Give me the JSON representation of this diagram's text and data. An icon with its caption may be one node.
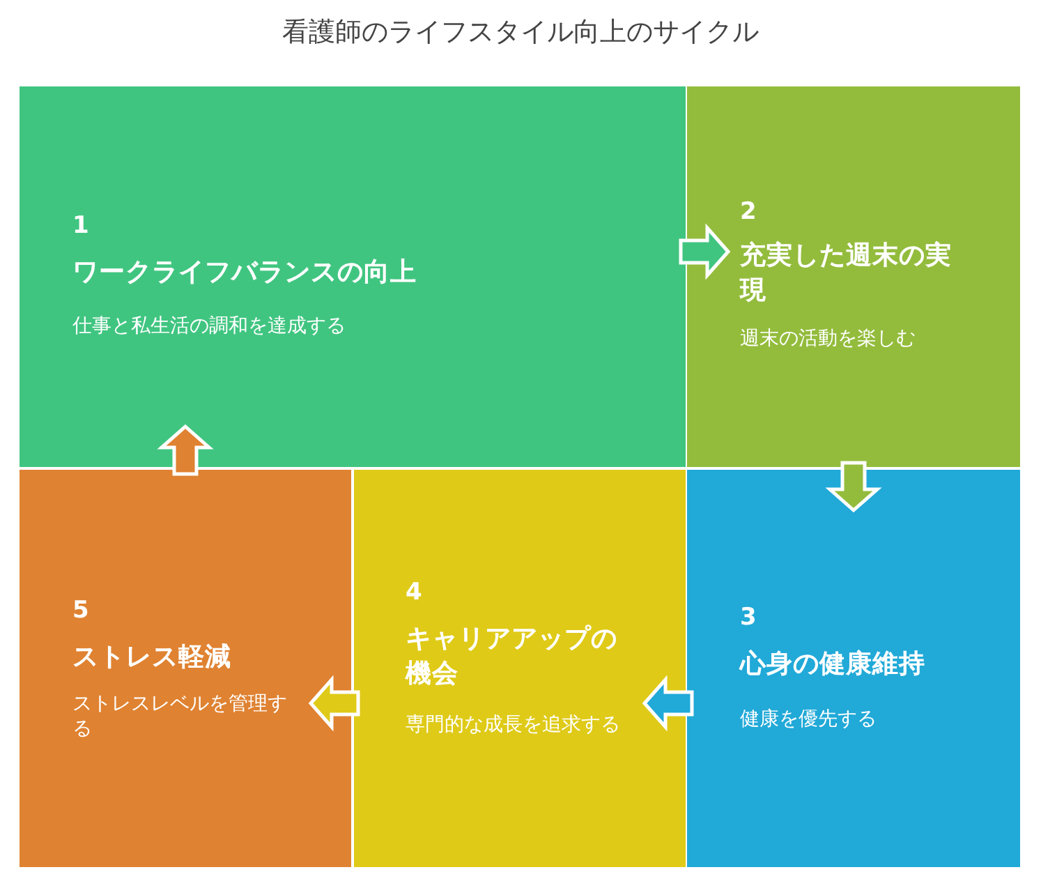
{
  "diagram": {
    "title": "看護師のライフスタイル向上のサイクル",
    "nodes": [
      {
        "text": [
          "1",
          "ワークライフバランスの向上",
          "仕事と私生活の調和を達成する"
        ]
      },
      {
        "text": [
          "2",
          "充実した週末の実現",
          "週末の活動を楽しむ"
        ]
      },
      {
        "text": [
          "3",
          "心身の健康維持",
          "健康を優先する"
        ]
      },
      {
        "text": [
          "4",
          "キャリアアップの機会",
          "専門的な成長を追求する"
        ]
      },
      {
        "text": [
          "5",
          "ストレス軽減",
          "ストレスレベルを管理する"
        ]
      }
    ],
    "edges": [
      {
        "from": 0,
        "to": 1,
        "arrow": "to"
      },
      {
        "from": 1,
        "to": 2,
        "arrow": "to"
      },
      {
        "from": 2,
        "to": 3,
        "arrow": "to"
      },
      {
        "from": 3,
        "to": 4,
        "arrow": "to"
      },
      {
        "from": 4,
        "to": 0,
        "arrow": "to"
      }
    ]
  }
}
